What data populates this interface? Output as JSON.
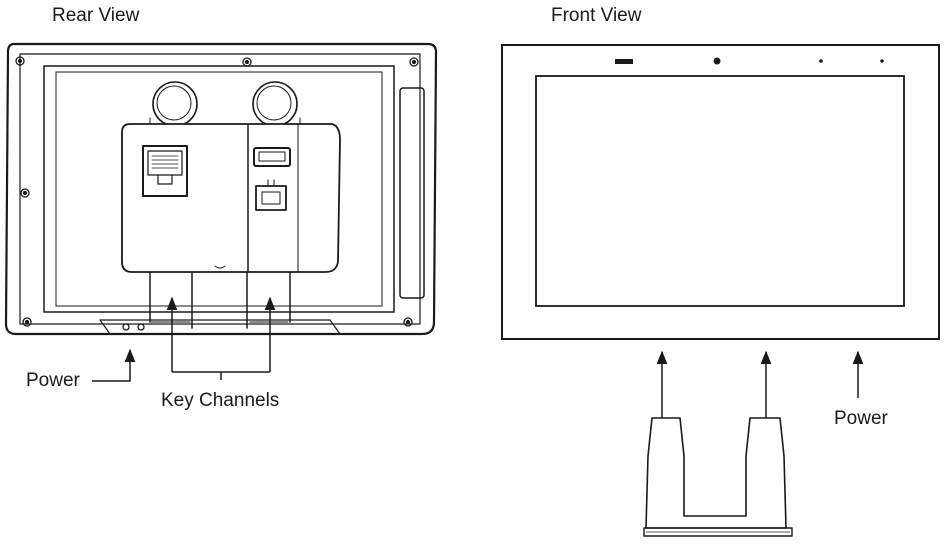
{
  "labels": {
    "rear_view": "Rear View",
    "front_view": "Front  View",
    "power_rear": "Power",
    "key_channels": "Key Channels",
    "power_front": "Power"
  },
  "colors": {
    "stroke": "#1a1a1a",
    "background": "#ffffff"
  }
}
